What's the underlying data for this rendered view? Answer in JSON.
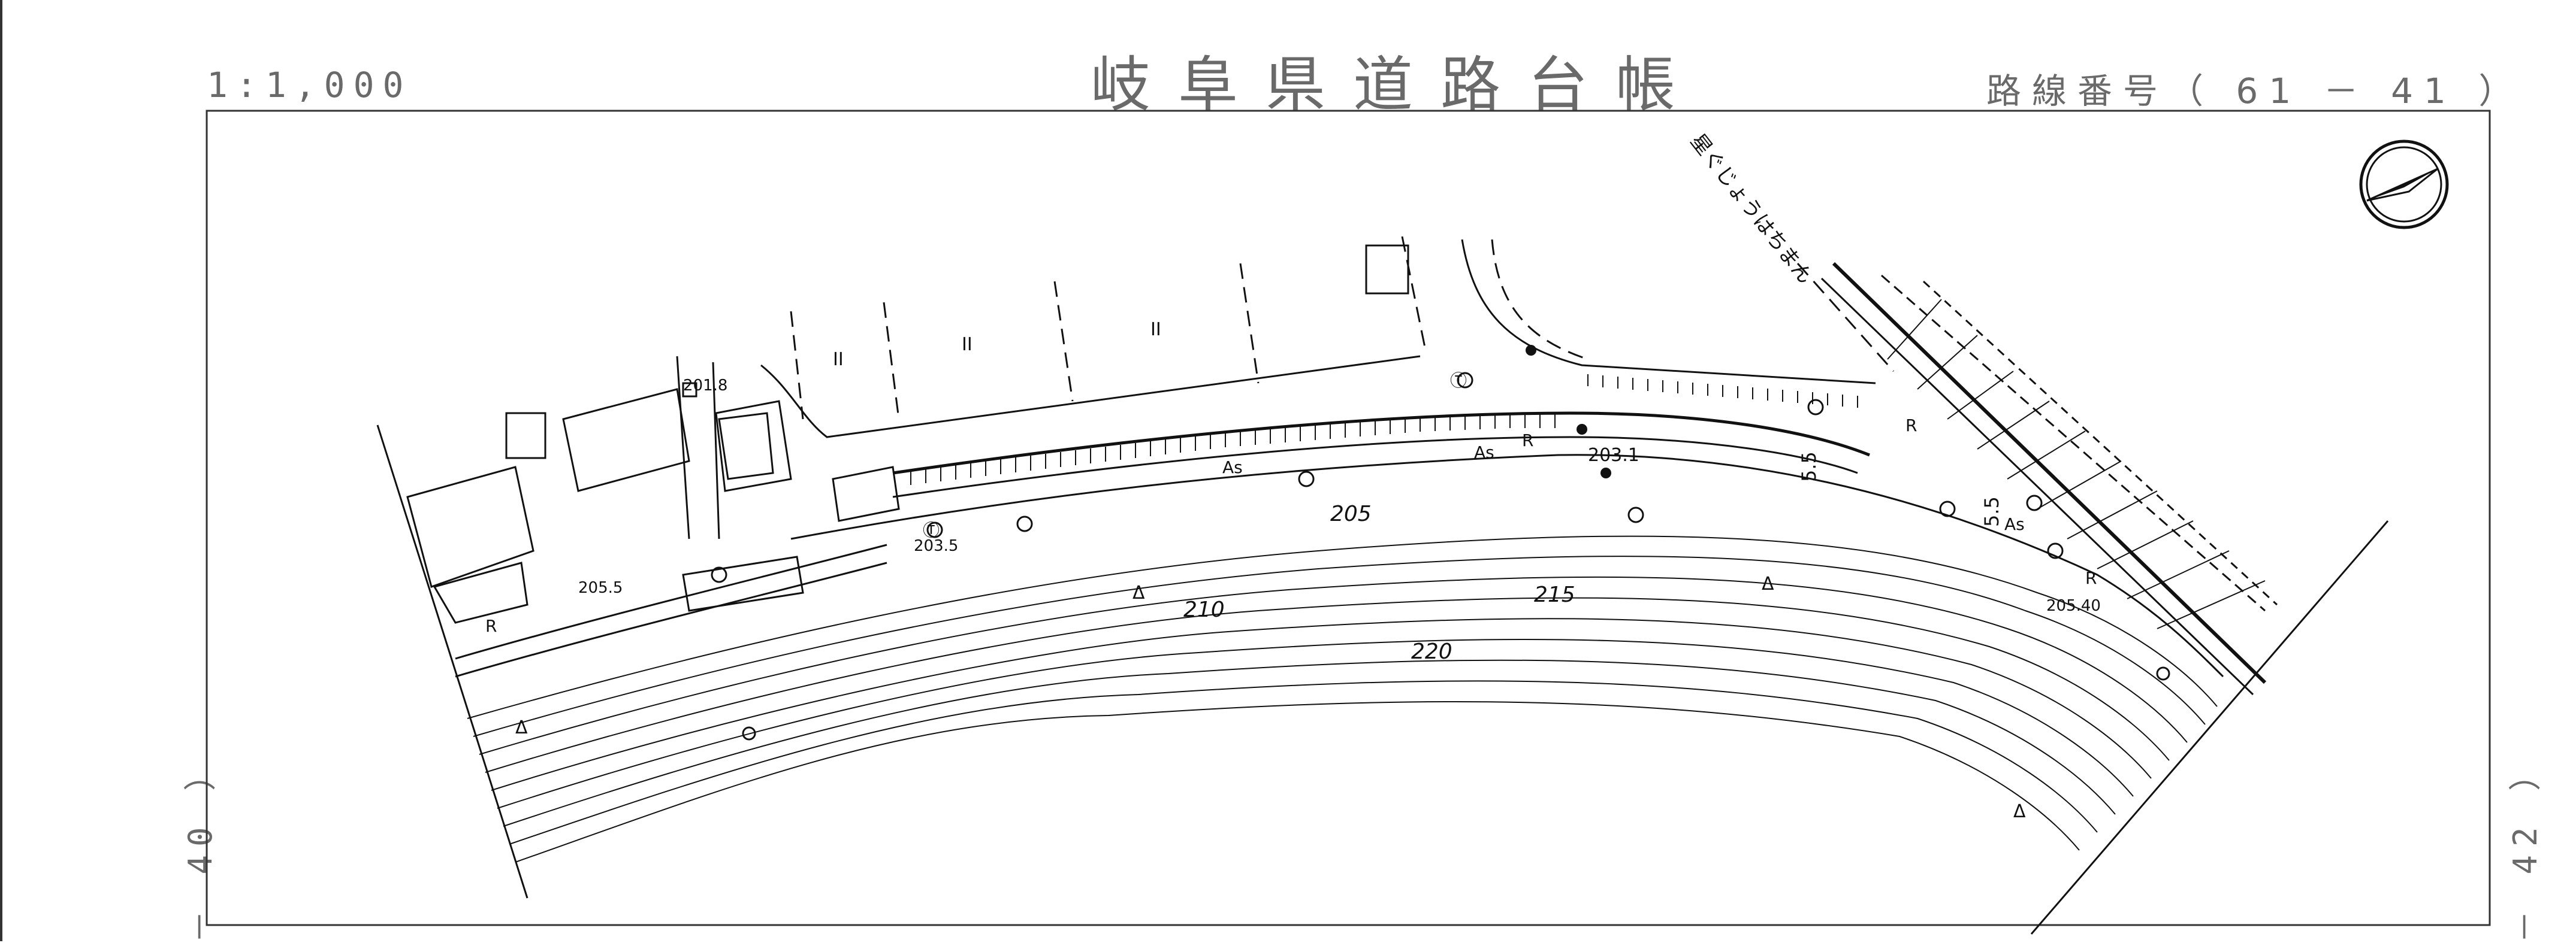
{
  "header": {
    "scale": "1:1,000",
    "title": "岐阜県道路台帳",
    "route_number": "路線番号（ 61 － 41 ）"
  },
  "sheet_refs": {
    "left": "－ 40 ）",
    "right": "－ 42 ）"
  },
  "map": {
    "place_label": "星ぐじょうはちまん",
    "contour_labels": [
      "205",
      "210",
      "215",
      "220"
    ],
    "elevations": [
      "201.8",
      "203.5",
      "205.5",
      "203.1",
      "205.40"
    ],
    "road_codes": {
      "asphalt": "As",
      "road": "R"
    },
    "width_labels": [
      "5.5",
      "5.5"
    ],
    "symbols": {
      "paddy": "II",
      "triangle": "Δ",
      "telephone_pole": "Ⓣ"
    },
    "north_arrow": "north-arrow-icon",
    "colors": {
      "ink": "#111111",
      "frame": "#333333",
      "header_text": "#6a6a6a"
    }
  }
}
